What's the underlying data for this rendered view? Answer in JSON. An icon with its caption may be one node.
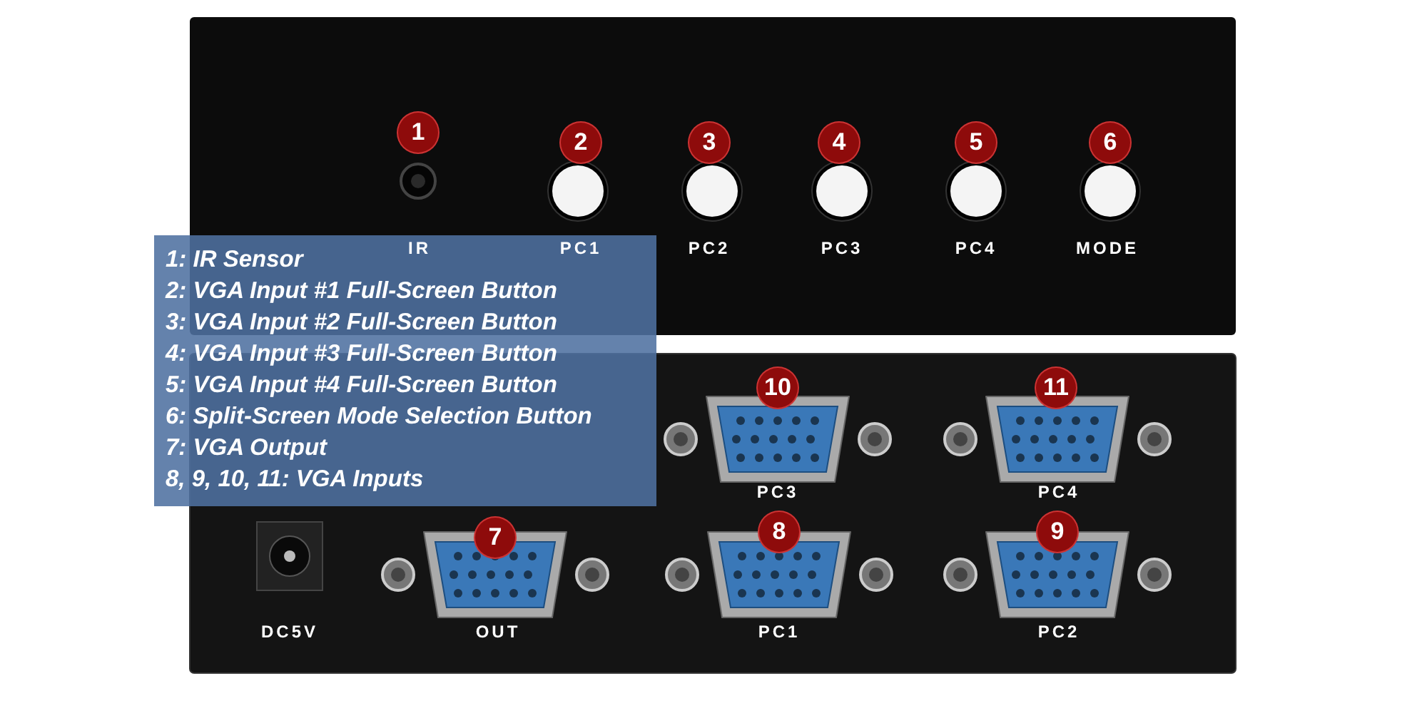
{
  "diagram": {
    "nodes": [
      {
        "text": [
          "1: IR Sensor",
          "2: VGA Input #1 Full-Screen Button",
          "3: VGA Input #2 Full-Screen Button",
          "4: VGA Input #3 Full-Screen Button",
          "5: VGA Input #4 Full-Screen Button",
          "6: Split-Screen Mode Selection Button",
          "7: VGA Output",
          "8, 9, 10, 11: VGA Inputs"
        ]
      }
    ],
    "labels": [
      "1",
      "2",
      "3",
      "4",
      "5",
      "6",
      "IR",
      "PC1",
      "PC2",
      "PC3",
      "PC4",
      "MODE",
      "10",
      "11",
      "PC3",
      "PC4",
      "7",
      "8",
      "9",
      "DC5V",
      "OUT",
      "PC1",
      "PC2"
    ]
  }
}
